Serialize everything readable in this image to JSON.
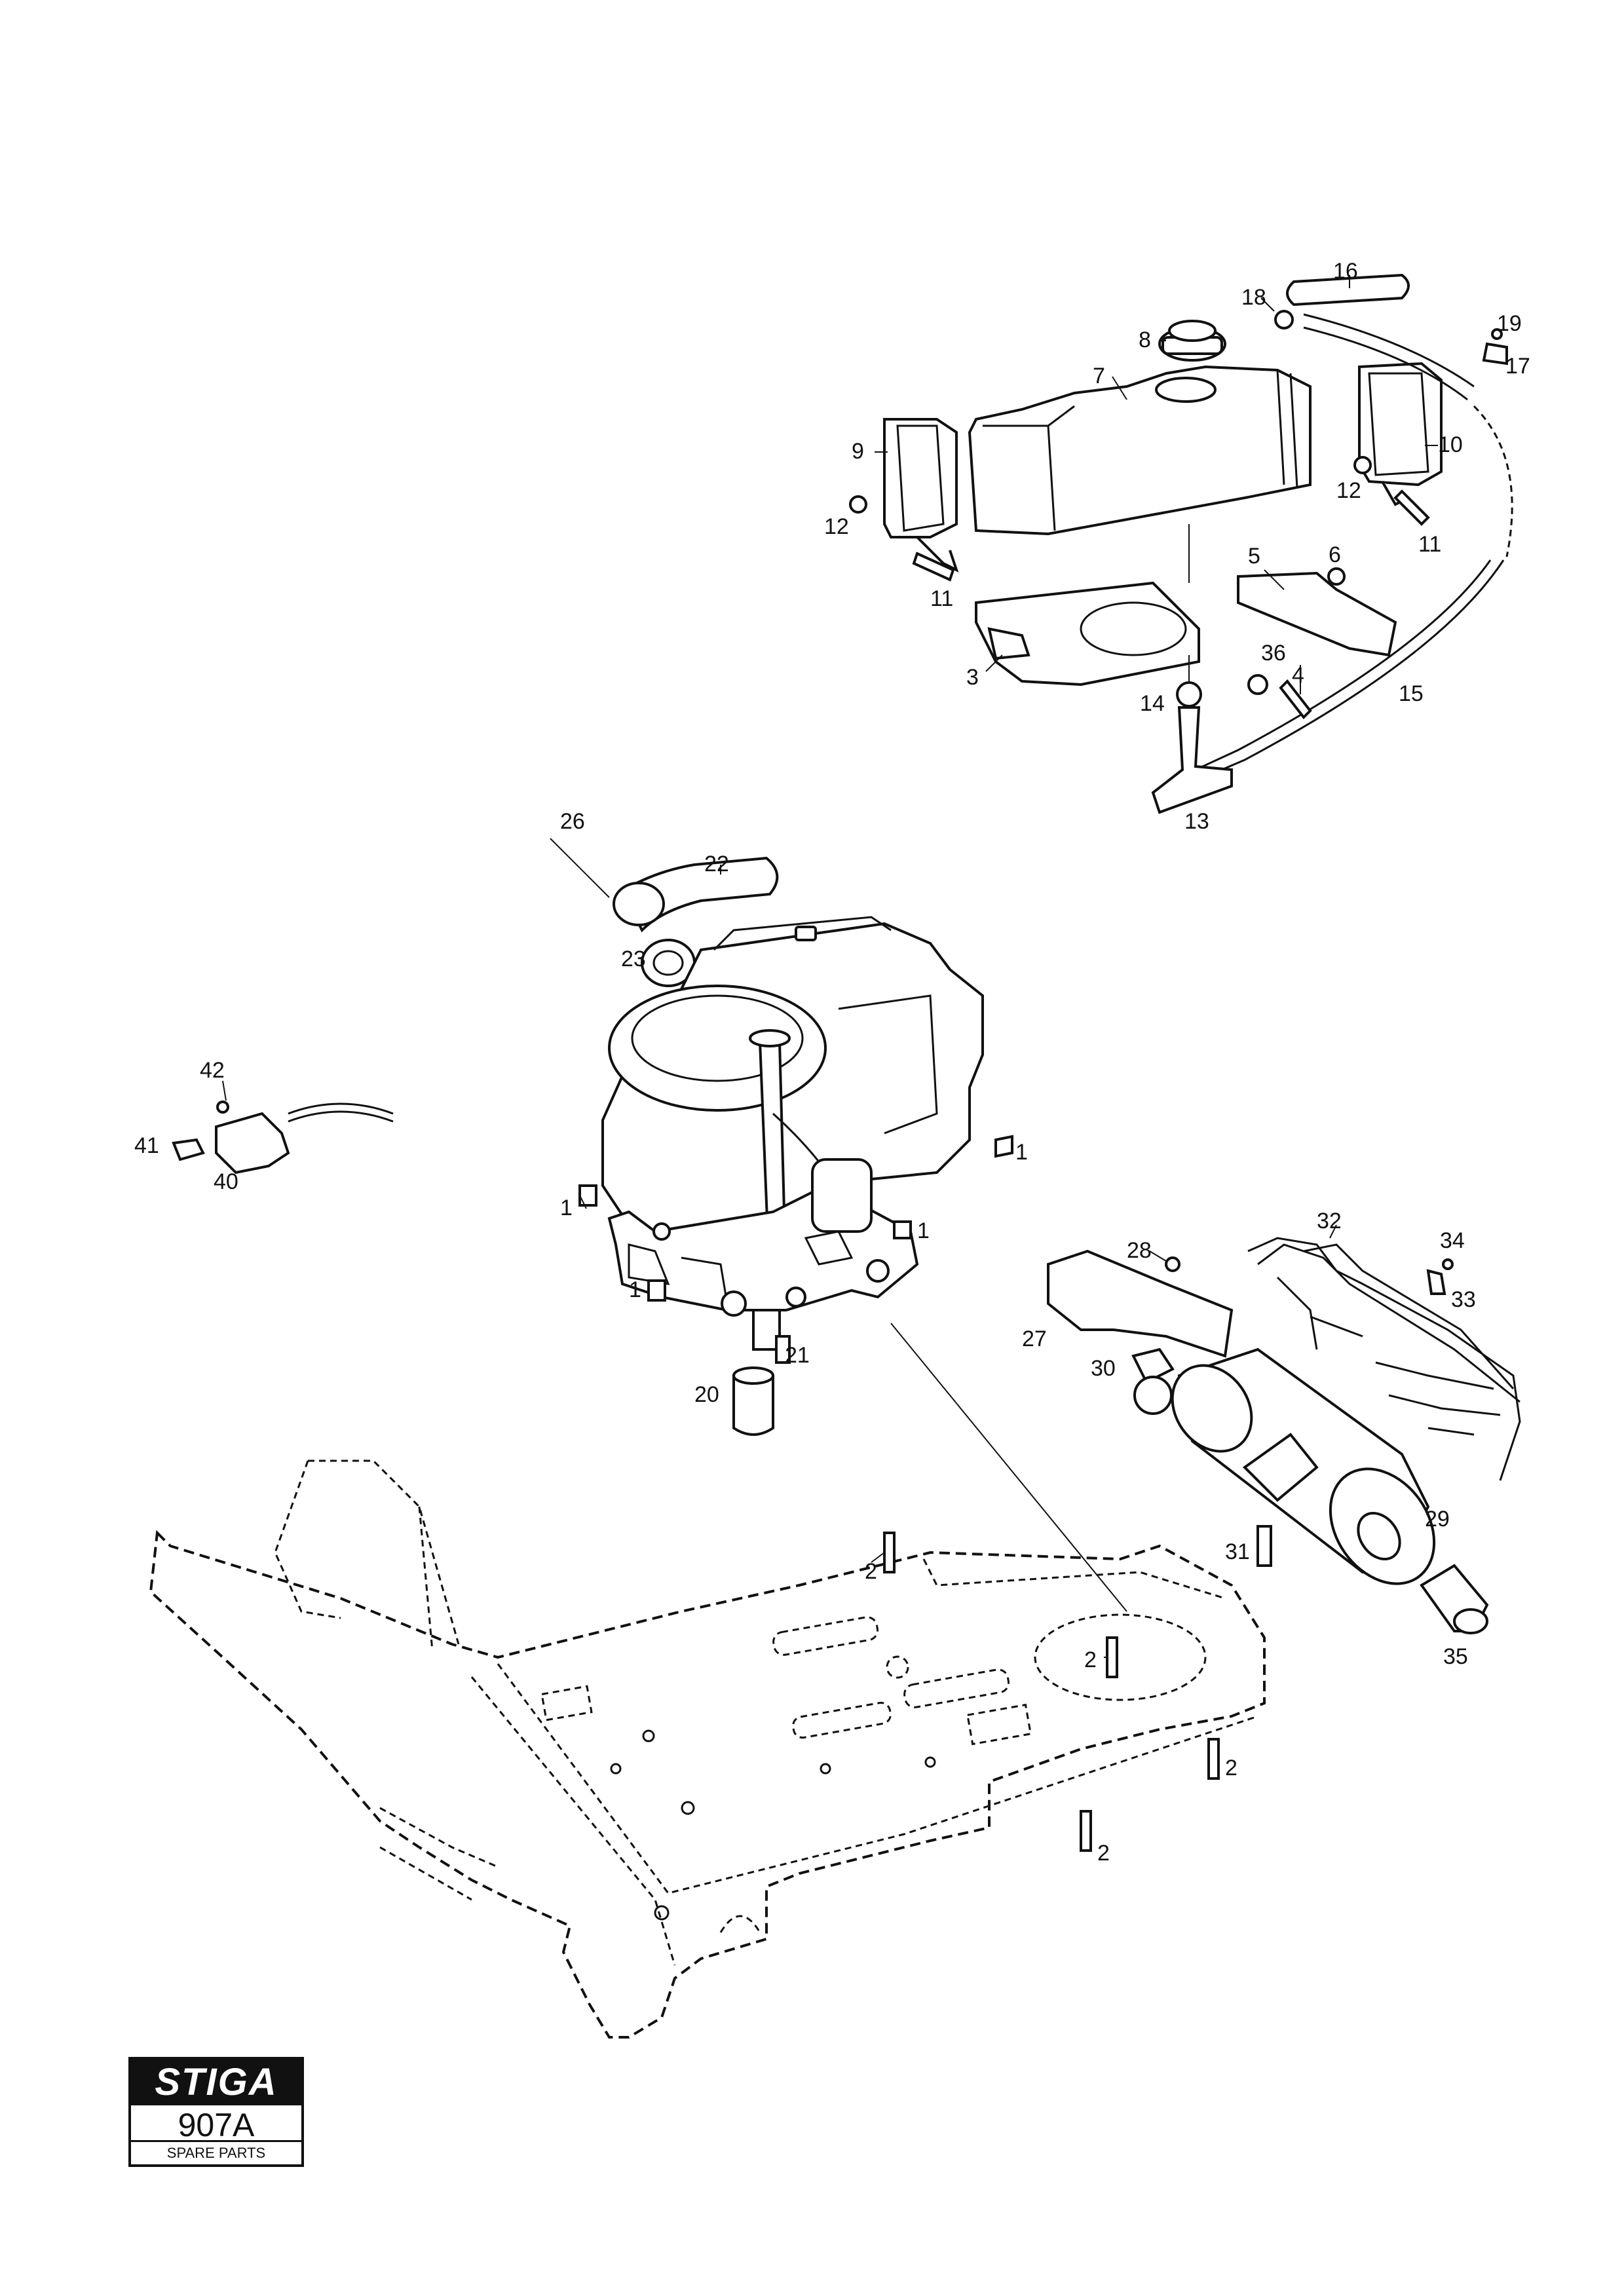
{
  "brand": {
    "logo_text": "STIGA",
    "model": "907A",
    "caption": "SPARE PARTS"
  },
  "callouts": [
    "1",
    "2",
    "3",
    "4",
    "5",
    "6",
    "7",
    "8",
    "9",
    "10",
    "11",
    "12",
    "13",
    "14",
    "15",
    "16",
    "17",
    "18",
    "19",
    "20",
    "21",
    "22",
    "23",
    "26",
    "27",
    "28",
    "29",
    "30",
    "31",
    "32",
    "33",
    "34",
    "35",
    "36",
    "40",
    "41",
    "42"
  ],
  "colors": {
    "ink": "#111111",
    "paper": "#ffffff"
  }
}
